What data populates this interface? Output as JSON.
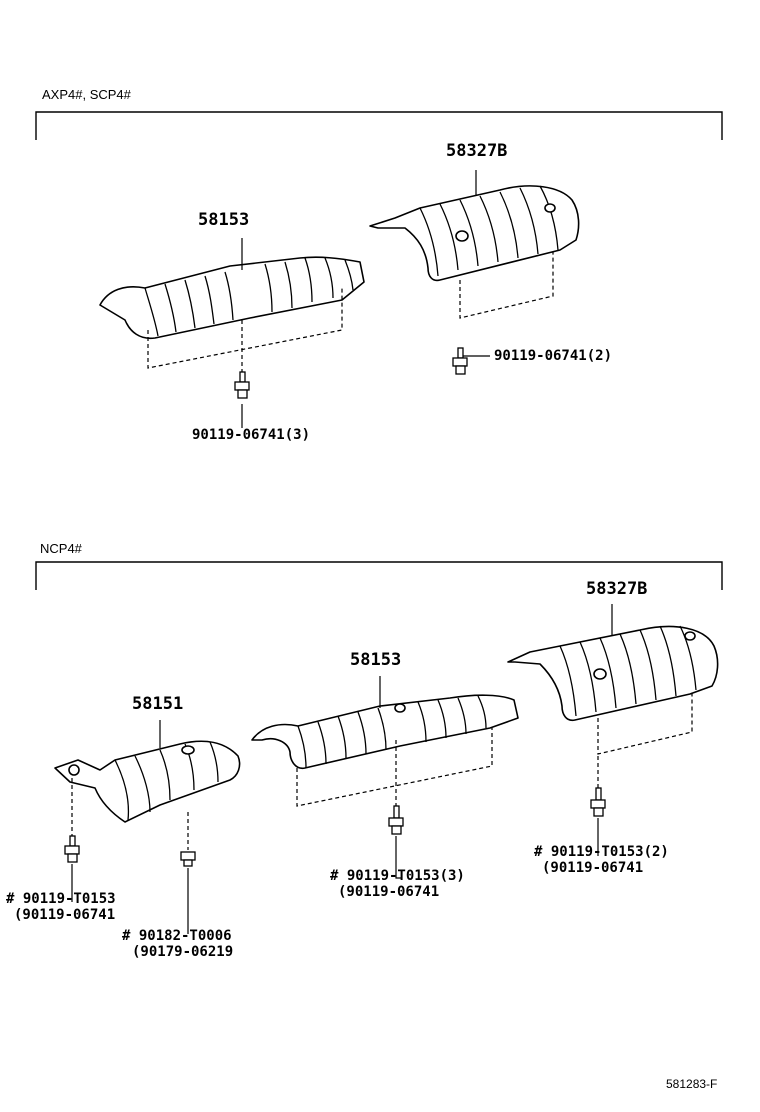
{
  "sections": {
    "top": {
      "label": "AXP4#, SCP4#"
    },
    "bottom": {
      "label": "NCP4#"
    }
  },
  "parts": {
    "top_58327B": "58327B",
    "top_58153": "58153",
    "bottom_58327B": "58327B",
    "bottom_58153": "58153",
    "bottom_58151": "58151"
  },
  "bolts": {
    "top_a": "90119-06741(2)",
    "top_b": "90119-06741(3)",
    "b1_line1": "# 90119-T0153",
    "b1_line2": "(90119-06741",
    "b2_line1": "# 90182-T0006",
    "b2_line2": "(90179-06219",
    "b3_line1": "# 90119-T0153(3)",
    "b3_line2": "(90119-06741",
    "b4_line1": "# 90119-T0153(2)",
    "b4_line2": "(90119-06741"
  },
  "footer": {
    "code": "581283-F"
  }
}
